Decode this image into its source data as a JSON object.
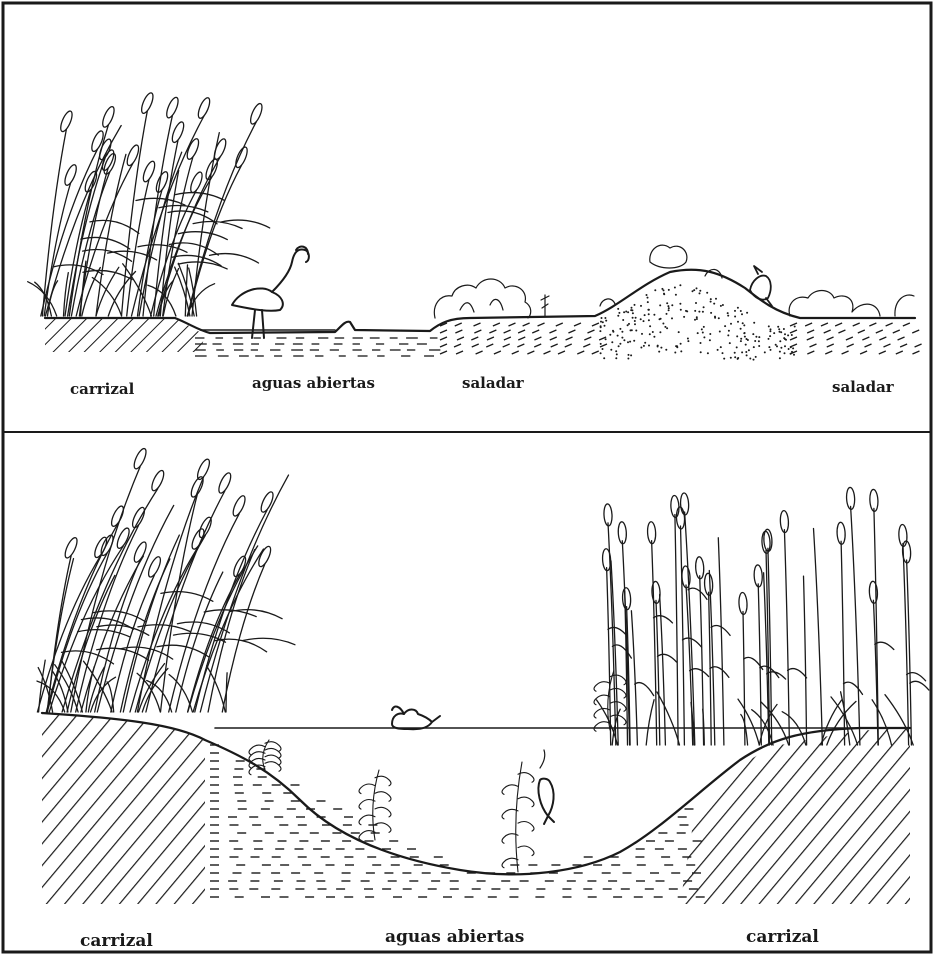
{
  "top_panel": {
    "labels": {
      "left": "carrizal",
      "center": "aguas abiertas",
      "right_center": "saladar",
      "right": "saladar"
    },
    "icons": [
      "reed-clump-icon",
      "flamingo-icon",
      "shrub-icon",
      "dune-icon",
      "bird-icon"
    ]
  },
  "bottom_panel": {
    "labels": {
      "left": "carrizal",
      "center": "aguas abiertas",
      "right": "carrizal"
    },
    "icons": [
      "reed-clump-icon",
      "duck-icon",
      "fish-icon",
      "aquatic-plant-icon"
    ]
  }
}
